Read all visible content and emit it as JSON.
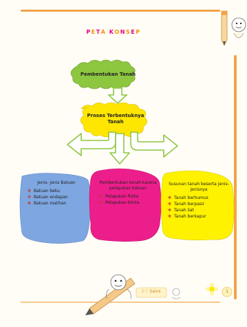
{
  "title": {
    "text": "PETA KONSEP",
    "letter_colors": [
      "#e6007e",
      "#f39200",
      "#e6007e",
      "#f39200",
      "#ffffff",
      "#e6007e",
      "#f39200",
      "#e6007e",
      "#f39200",
      "#e6007e",
      "#f39200"
    ]
  },
  "nodes": {
    "pembentukan": {
      "label": "Pembentukan Tanah",
      "color": "#8dc63f"
    },
    "proses": {
      "label_line1": "Proses  Terbentuknya",
      "label_line2": "Tanah",
      "color": "#ffe600"
    }
  },
  "boxes": {
    "jenis": {
      "heading": "Jenis- jenis Batuan",
      "color": "#7ea6e0",
      "items": [
        "Batuan beku",
        "Batuan endapan",
        "Batuan malihan"
      ]
    },
    "pelapukan": {
      "heading": "Pembentukan tanah karena pelapukan batuan",
      "color": "#ec1e8c",
      "items": [
        "Pelapukan fisika",
        "Pelapukan kimia"
      ]
    },
    "susunan": {
      "heading": "Susunan tanah beserta jenis- jenisnya",
      "color": "#fff200",
      "items": [
        "Tanah berhumus",
        "Tanah berpasir",
        "Tanah liat",
        "Tanah berkapur"
      ]
    }
  },
  "bullet_symbol": "✤",
  "footer": {
    "badge_text": "I ♡ Sains",
    "page_number": "1"
  },
  "colors": {
    "accent_orange": "#f4a347",
    "arrow_fill": "#ffffff",
    "arrow_stroke": "#8dc63f"
  }
}
